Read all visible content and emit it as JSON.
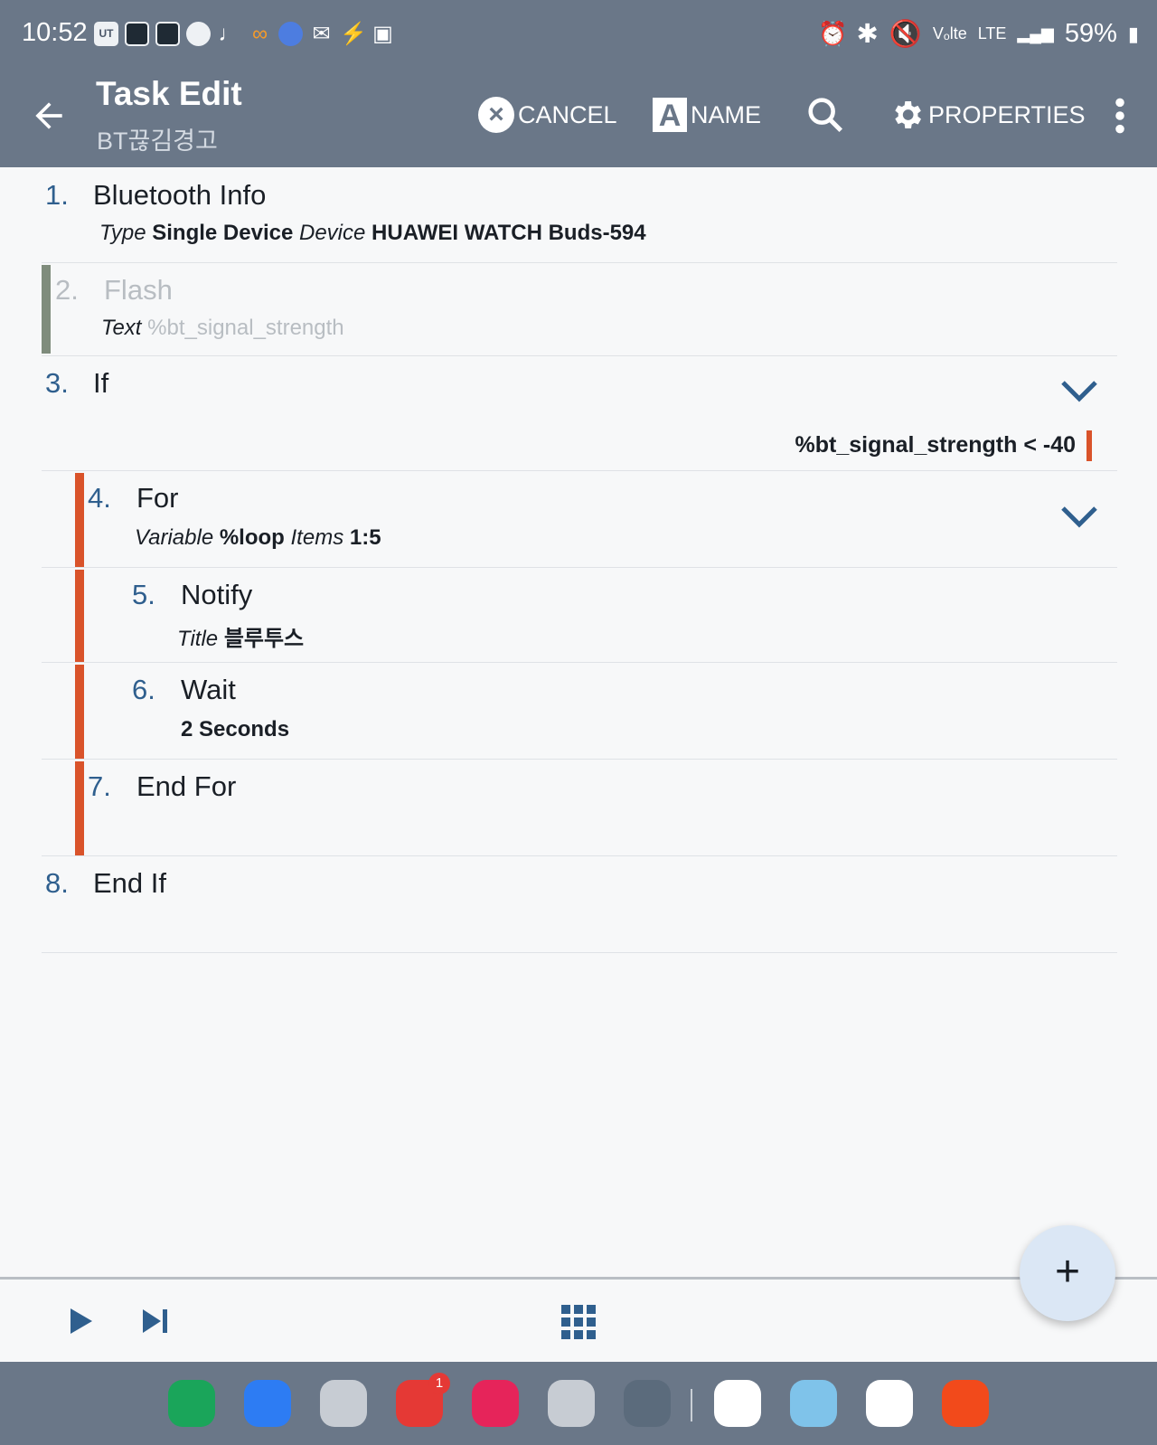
{
  "status_bar": {
    "time": "10:52",
    "battery": "59%",
    "network": "LTE",
    "volte": "Vₒlte",
    "notification_icons": [
      "ut-icon",
      "app-icon",
      "app-icon",
      "chat-icon",
      "music-icon",
      "link-icon",
      "gem-icon",
      "mail-icon",
      "bolt-icon",
      "image-icon"
    ]
  },
  "app_bar": {
    "title": "Task Edit",
    "subtitle": "BT끊김경고",
    "cancel_label": "CANCEL",
    "name_label": "NAME",
    "name_icon_letter": "A",
    "properties_label": "PROPERTIES"
  },
  "actions": [
    {
      "num": "1.",
      "name": "Bluetooth Info",
      "args": [
        {
          "key": "Type",
          "value": "Single Device"
        },
        {
          "key": "Device",
          "value": "HUAWEI WATCH Buds-594"
        }
      ]
    },
    {
      "num": "2.",
      "name": "Flash",
      "disabled": true,
      "args": [
        {
          "key": "Text",
          "value": "%bt_signal_strength"
        }
      ]
    },
    {
      "num": "3.",
      "name": "If",
      "condition": "%bt_signal_strength < -40"
    },
    {
      "num": "4.",
      "name": "For",
      "args": [
        {
          "key": "Variable",
          "value": "%loop"
        },
        {
          "key": "Items",
          "value": "1:5"
        }
      ]
    },
    {
      "num": "5.",
      "name": "Notify",
      "args": [
        {
          "key": "Title",
          "value": "블루투스"
        }
      ]
    },
    {
      "num": "6.",
      "name": "Wait",
      "args": [
        {
          "key": "",
          "value": "2 Seconds"
        }
      ]
    },
    {
      "num": "7.",
      "name": "End For"
    },
    {
      "num": "8.",
      "name": "End If"
    }
  ],
  "colors": {
    "header": "#6a7788",
    "accent_bar": "#d9532a",
    "disabled_bar": "#7f8c7c",
    "number": "#2f5f8e",
    "fab": "#dbe7f5"
  },
  "toolbar": {
    "icons": [
      "play-icon",
      "step-forward-icon",
      "grid-icon"
    ],
    "fab_icon": "plus-icon",
    "fab_symbol": "+"
  },
  "dock": {
    "apps": [
      {
        "name": "phone",
        "color": "#1aa55a"
      },
      {
        "name": "messages",
        "color": "#2d7cf3"
      },
      {
        "name": "folder",
        "color": "#c7ccd3"
      },
      {
        "name": "mail",
        "color": "#e53935",
        "badge": "1"
      },
      {
        "name": "camera",
        "color": "#e6245a"
      },
      {
        "name": "folder-2",
        "color": "#c7ccd3"
      },
      {
        "name": "app-drawer",
        "color": "#5b6b7c"
      },
      {
        "name": "keep",
        "color": "#ffffff"
      },
      {
        "name": "sticker",
        "color": "#7fc3ea"
      },
      {
        "name": "twenty",
        "color": "#ffffff"
      },
      {
        "name": "aliexpress",
        "color": "#f24a1b"
      }
    ]
  }
}
